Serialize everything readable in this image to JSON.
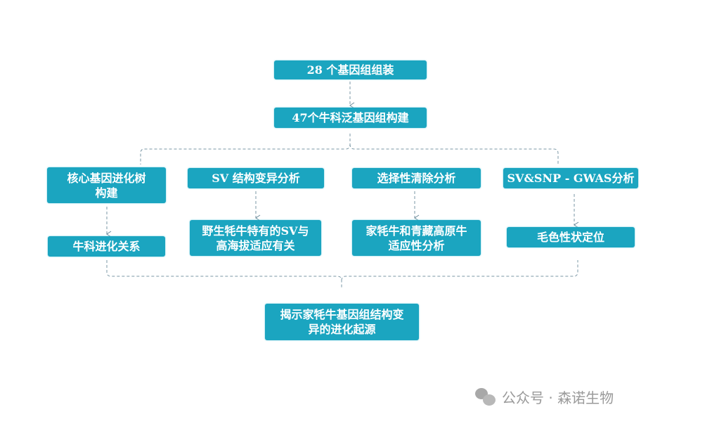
{
  "nodes": {
    "assembly": "28 个基因组组装",
    "pangenome": "47个牛科泛基因组构建",
    "core_tree": "核心基因进化树\n构建",
    "sv_analysis": "SV 结构变异分析",
    "selective_sweep": "选择性清除分析",
    "gwas": "SV&SNP - GWAS分析",
    "bovid_relation": "牛科进化关系",
    "wild_yak_sv": "野生牦牛特有的SV与\n高海拔适应有关",
    "yak_adaptation": "家牦牛和青藏高原牛\n适应性分析",
    "coat_color": "毛色性状定位",
    "conclusion": "揭示家牦牛基因组结构变\n异的进化起源"
  },
  "watermark": "公众号 · 森诺生物",
  "colors": {
    "box": "#1ba5c0",
    "line": "#6a8a99"
  }
}
